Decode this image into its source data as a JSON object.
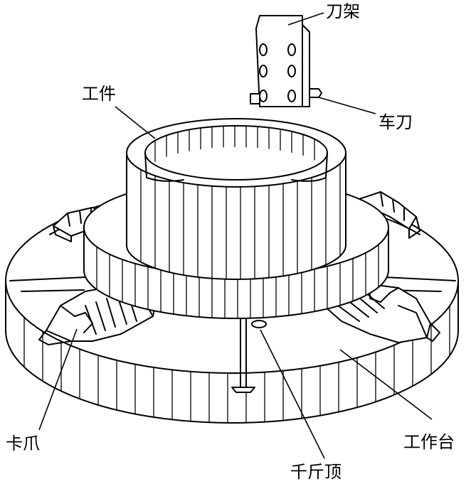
{
  "labels": {
    "tool_holder": "刀架",
    "workpiece": "工件",
    "turning_tool": "车刀",
    "jaw": "卡爪",
    "worktable": "工作台",
    "jack": "千斤顶"
  }
}
